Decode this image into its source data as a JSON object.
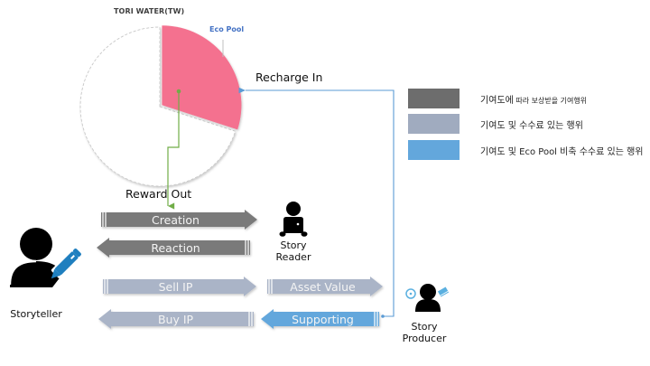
{
  "pie": {
    "title": "TORI WATER(TW)",
    "eco_pool_label": "Eco Pool",
    "eco_pool_color": "#f4718f",
    "eco_pool_fraction": 0.3
  },
  "flows": {
    "recharge_in": "Recharge In",
    "reward_out": "Reward Out",
    "recharge_line_color": "#5b9bd5",
    "reward_line_color": "#70ad47"
  },
  "legend": [
    {
      "color": "#6d6d6d",
      "label_main": "기여도에",
      "label_small": " 따라 보상받을 기여행위"
    },
    {
      "color": "#a0abbf",
      "label_main": "기여도 및 수수료 있는 행위",
      "label_small": ""
    },
    {
      "color": "#63a7dc",
      "label_main": "기여도 및 Eco Pool 비축 수수료 있는 행위",
      "label_small": ""
    }
  ],
  "arrows": {
    "creation": {
      "label": "Creation",
      "color": "#7a7a7a",
      "direction": "right"
    },
    "reaction": {
      "label": "Reaction",
      "color": "#7a7a7a",
      "direction": "left"
    },
    "sell_ip": {
      "label": "Sell IP",
      "color": "#aab4c7",
      "direction": "right"
    },
    "buy_ip": {
      "label": "Buy IP",
      "color": "#aab4c7",
      "direction": "left"
    },
    "asset_value": {
      "label": "Asset Value",
      "color": "#aab4c7",
      "direction": "right"
    },
    "supporting": {
      "label": "Supporting",
      "color": "#63a7dc",
      "direction": "left"
    }
  },
  "actors": {
    "storyteller": "Storyteller",
    "reader_line1": "Story",
    "reader_line2": "Reader",
    "producer_line1": "Story",
    "producer_line2": "Producer"
  }
}
